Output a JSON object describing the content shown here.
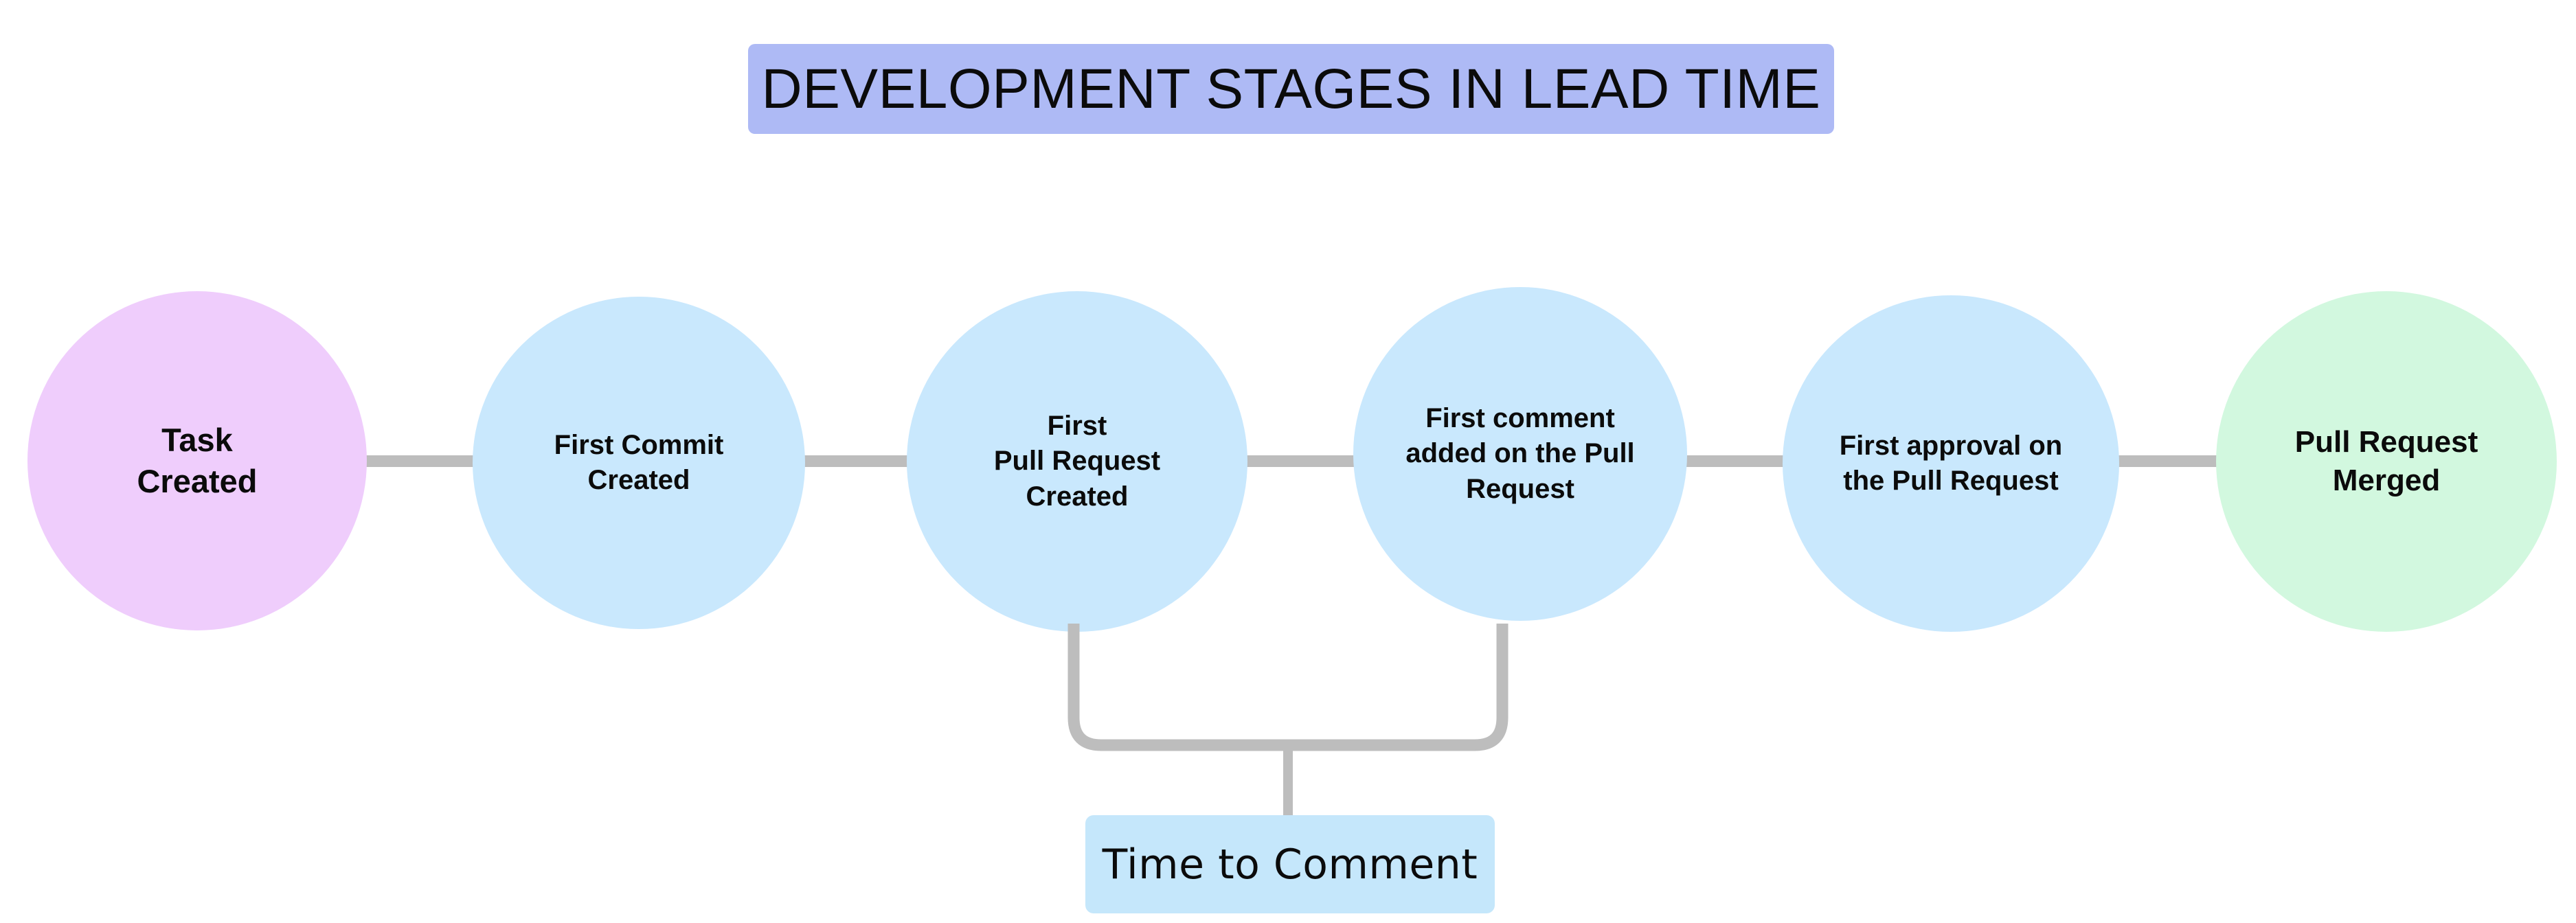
{
  "diagram": {
    "title": "DEVELOPMENT STAGES IN LEAD TIME",
    "title_background": "#aebaf5",
    "background": "#ffffff",
    "connector_color": "#bdbdbd",
    "stages": [
      {
        "label": "Task\nCreated",
        "color": "#efcdfc",
        "shape": "circle"
      },
      {
        "label": "First Commit\nCreated",
        "color": "#c9e8fd",
        "shape": "circle"
      },
      {
        "label": "First\nPull Request\nCreated",
        "color": "#c9e8fd",
        "shape": "circle"
      },
      {
        "label": "First comment\nadded on the Pull\nRequest",
        "color": "#c9e8fd",
        "shape": "circle"
      },
      {
        "label": "First approval on\nthe Pull Request",
        "color": "#c9e8fd",
        "shape": "circle"
      },
      {
        "label": "Pull Request\nMerged",
        "color": "#d2f8df",
        "shape": "circle"
      }
    ],
    "annotations": [
      {
        "label": "Time to Comment",
        "color": "#c5e7fb",
        "spans_from_stage": 2,
        "spans_to_stage": 3
      }
    ]
  }
}
